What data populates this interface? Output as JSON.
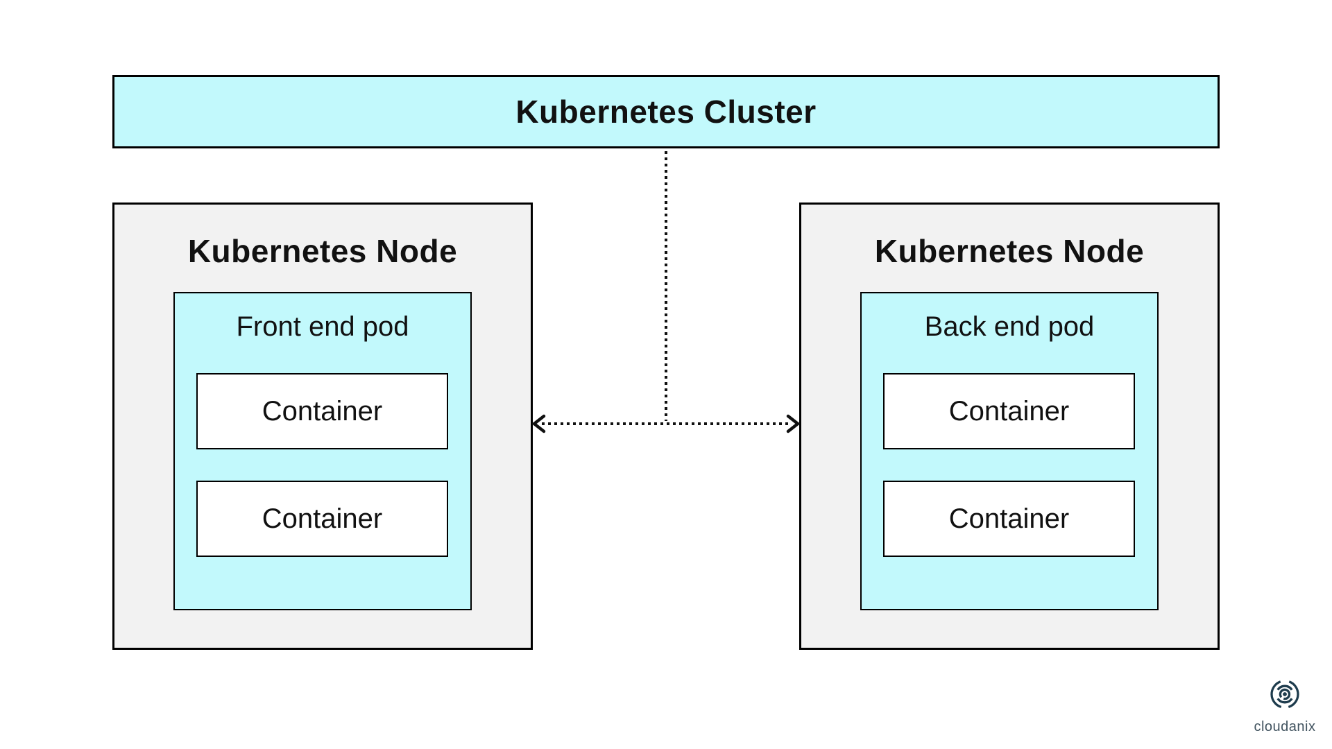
{
  "diagram": {
    "cluster": {
      "label": "Kubernetes Cluster"
    },
    "nodes": [
      {
        "label": "Kubernetes Node",
        "pod": {
          "label": "Front end pod",
          "containers": [
            {
              "label": "Container"
            },
            {
              "label": "Container"
            }
          ]
        }
      },
      {
        "label": "Kubernetes Node",
        "pod": {
          "label": "Back end pod",
          "containers": [
            {
              "label": "Container"
            },
            {
              "label": "Container"
            }
          ]
        }
      }
    ],
    "connectors": {
      "style": "dotted",
      "description": "vertical dotted line from cluster to a horizontal double-headed dotted arrow linking both nodes"
    },
    "colors": {
      "cluster_fill": "#c2f9fc",
      "pod_fill": "#c2f9fc",
      "node_fill": "#f2f2f2",
      "container_fill": "#ffffff",
      "border": "#000000",
      "connector": "#111111"
    }
  },
  "branding": {
    "logo_text": "cloudanix",
    "logo_mark_color": "#1e3c4d",
    "logo_text_color": "#41535f"
  }
}
